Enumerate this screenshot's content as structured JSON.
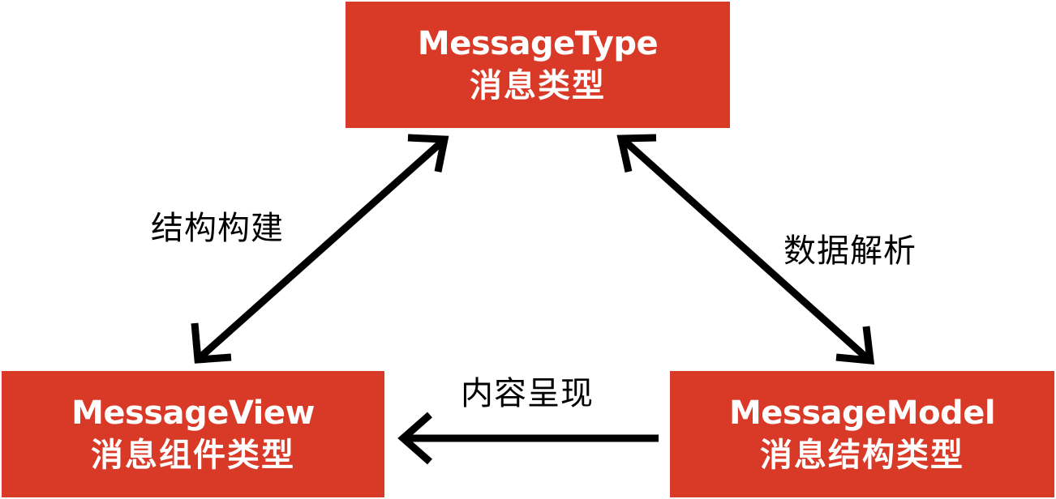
{
  "nodes": {
    "type": {
      "title": "MessageType",
      "subtitle": "消息类型"
    },
    "view": {
      "title": "MessageView",
      "subtitle": "消息组件类型"
    },
    "model": {
      "title": "MessageModel",
      "subtitle": "消息结构类型"
    }
  },
  "edges": {
    "type_view": {
      "label": "结构构建",
      "direction": "bidirectional"
    },
    "type_model": {
      "label": "数据解析",
      "direction": "bidirectional"
    },
    "model_view": {
      "label": "内容呈现",
      "direction": "model-to-view"
    }
  },
  "colors": {
    "node_fill": "#d93a27",
    "node_text": "#ffffff",
    "arrow": "#000000",
    "label_text": "#000000"
  }
}
